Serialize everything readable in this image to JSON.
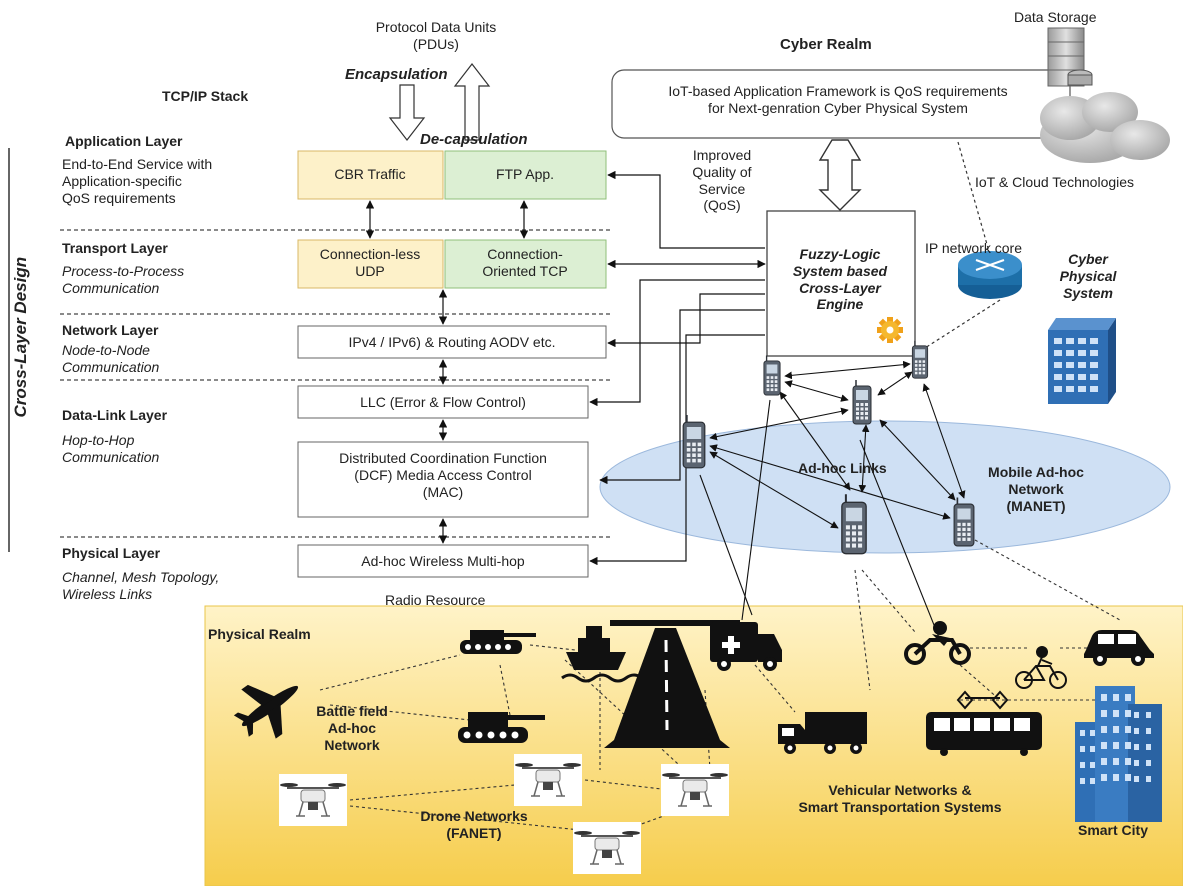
{
  "top": {
    "pdu_title": "Protocol Data Units\n(PDUs)",
    "encapsulation": "Encapsulation",
    "decapsulation": "De-capsulation",
    "tcpip_stack": "TCP/IP Stack",
    "cyber_realm": "Cyber Realm",
    "data_storage": "Data Storage",
    "iot_framework": "IoT-based Application Framework is QoS requirements\nfor Next-genration Cyber Physical System",
    "iot_cloud": "IoT & Cloud Technologies"
  },
  "cross_layer_label": "Cross-Layer Design",
  "layers": [
    {
      "title": "Application Layer",
      "desc": "End-to-End Service with\nApplication-specific\nQoS requirements"
    },
    {
      "title": "Transport Layer",
      "desc": "Process-to-Process\nCommunication"
    },
    {
      "title": "Network Layer",
      "desc": "Node-to-Node\nCommunication"
    },
    {
      "title": "Data-Link Layer",
      "desc": "Hop-to-Hop\nCommunication"
    },
    {
      "title": "Physical Layer",
      "desc": "Channel, Mesh Topology,\nWireless Links"
    }
  ],
  "boxes": {
    "cbr": "CBR Traffic",
    "ftp": "FTP App.",
    "udp": "Connection-less\nUDP",
    "tcp": "Connection-\nOriented TCP",
    "ip": "IPv4 / IPv6) & Routing AODV etc.",
    "llc": "LLC (Error &  Flow Control)",
    "dcf": "Distributed Coordination Function\n(DCF) Media Access Control\n(MAC)",
    "adhoc_wireless": "Ad-hoc Wireless Multi-hop"
  },
  "engine": {
    "title": "Fuzzy-Logic\nSystem based\nCross-Layer\nEngine",
    "qos": "Improved\nQuality of\nService\n(QoS)"
  },
  "network": {
    "ip_core": "IP network core",
    "cps": "Cyber\nPhysical\nSystem",
    "adhoc_links": "Ad-hoc Links",
    "manet": "Mobile Ad-hoc Network\n(MANET)",
    "radio_resource": "Radio Resource"
  },
  "physical": {
    "realm": "Physical Realm",
    "battlefield": "Battle field\nAd-hoc\nNetwork",
    "drone": "Drone Networks\n(FANET)",
    "vehicular": "Vehicular Networks &\nSmart Transportation Systems",
    "smart_city": "Smart City"
  },
  "colors": {
    "yellow_box": "#fdf1c9",
    "green_box": "#dcefd3",
    "manet_fill": "#cfe0f4",
    "physical_top": "#fff2c4",
    "physical_bottom": "#f7cf52",
    "building": "#2f6fb5",
    "router": "#1d6fa8"
  },
  "icons": [
    "data-storage-icon",
    "cloud-icon",
    "router-icon",
    "building-icon",
    "gear-icon",
    "phone-icon",
    "tank-icon",
    "ship-icon",
    "road-icon",
    "ambulance-icon",
    "motorcycle-icon",
    "bicycle-icon",
    "car-icon",
    "airplane-icon",
    "truck-icon",
    "tram-icon",
    "drone-icon",
    "skyscraper-icon"
  ]
}
